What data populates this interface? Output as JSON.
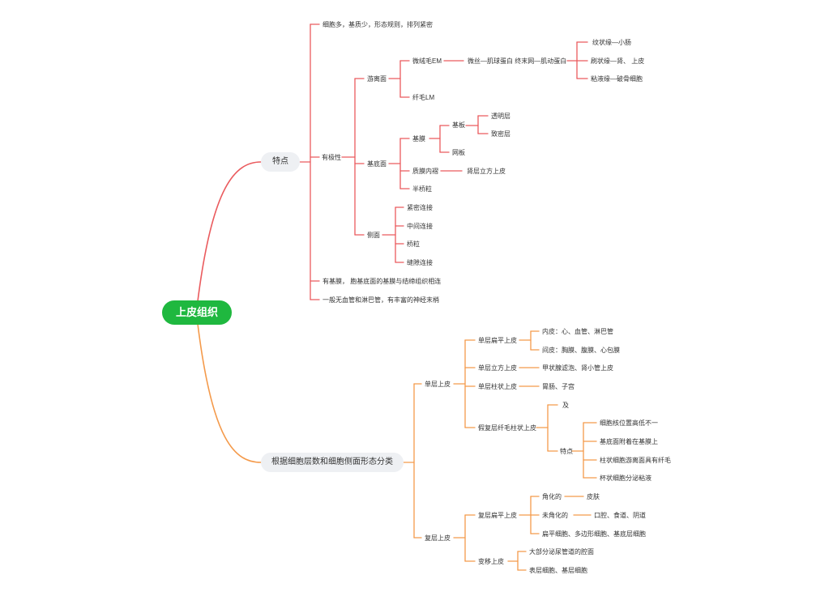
{
  "root": "上皮组织",
  "colors": {
    "upper_branch": "#ea5b5e",
    "lower_branch": "#f49a4b",
    "root_fill": "#1fb83f"
  },
  "upper": {
    "label": "特点",
    "f1": "细胞多，基质少，形态规则，排列紧密",
    "polarity": {
      "label": "有极性",
      "free": {
        "label": "游离面",
        "microvilli": {
          "label": "微绒毛EM",
          "detail": "微丝—肌球蛋白 终末网—肌动蛋白",
          "items": [
            "纹状缘—小肠",
            "刷状缘—肾、  上皮",
            "粘液缘—破骨细胞"
          ]
        },
        "cilia": "纤毛LM"
      },
      "basal": {
        "label": "基底面",
        "membrane": {
          "label": "基膜",
          "plate": {
            "label": "基板",
            "items": [
              "透明层",
              "致密层"
            ]
          },
          "reticular": "网板"
        },
        "infolding": {
          "label": "质膜内褶",
          "detail": "肾层立方上皮"
        },
        "hemidesmosome": "半桥粒"
      },
      "lateral": {
        "label": "侧面",
        "items": [
          "紧密连接",
          "中间连接",
          "桥粒",
          "缝隙连接"
        ]
      }
    },
    "f3": "有基膜，  胞基底面的基膜与结缔组织相连",
    "f4": "一般无血管和淋巴管，有丰富的神经末梢"
  },
  "lower": {
    "label": "根据细胞层数和细胞侧面形态分类",
    "simple": {
      "label": "单层上皮",
      "squamous": {
        "label": "单层扁平上皮",
        "items": [
          "内皮：心、血管、淋巴管",
          "间皮：胸膜、腹膜、心包膜"
        ]
      },
      "cuboidal": {
        "label": "单层立方上皮",
        "detail": "甲状腺滤泡、肾小管上皮"
      },
      "columnar": {
        "label": "单层柱状上皮",
        "detail": "胃肠、子宫"
      },
      "pseudo": {
        "label": "假复层纤毛柱状上皮",
        "top": "  及  ",
        "features": {
          "label": "特点",
          "items": [
            "细胞核位置高低不一",
            "基底面附着在基膜上",
            "柱状细胞游离面具有纤毛",
            "杯状细胞分泌粘液"
          ]
        }
      }
    },
    "stratified": {
      "label": "复层上皮",
      "squamous": {
        "label": "复层扁平上皮",
        "keratinized": {
          "label": "角化的",
          "detail": "皮肤"
        },
        "nonkeratinized": {
          "label": "未角化的",
          "detail": "口腔、食道、阴道"
        },
        "note": "扁平细胞、多边形细胞、基底层细胞"
      },
      "transitional": {
        "label": "变移上皮",
        "items": [
          "大部分泌尿管道的腔面",
          "表层细胞、基层细胞"
        ]
      }
    }
  }
}
